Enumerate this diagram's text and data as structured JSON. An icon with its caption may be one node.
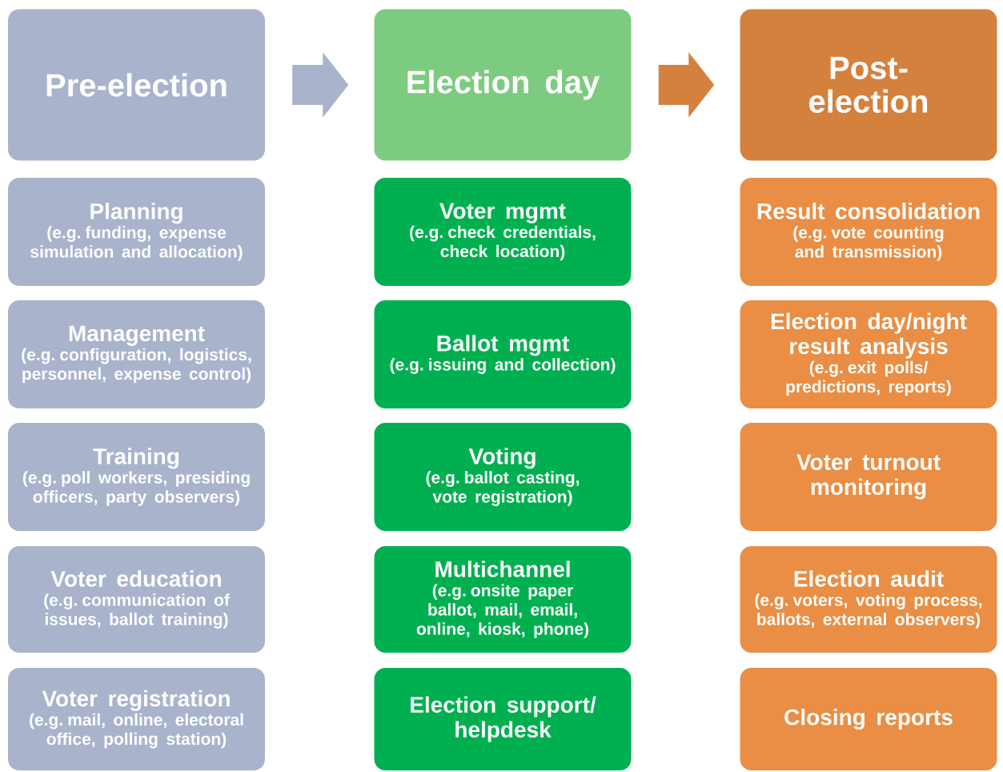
{
  "diagram": {
    "nodes": [
      {
        "text": [
          "Pre-election"
        ]
      },
      {
        "text": [
          "Election day"
        ]
      },
      {
        "text": [
          "Post-election"
        ]
      },
      {
        "text": [
          "Planning",
          "(e.g. funding, expense simulation and allocation)"
        ]
      },
      {
        "text": [
          "Voter mgmt",
          "(e.g. check credentials, check location)"
        ]
      },
      {
        "text": [
          "Result consolidation",
          "(e.g. vote counting and transmission)"
        ]
      },
      {
        "text": [
          "Management",
          "(e.g. configuration, logistics, personnel, expense control)"
        ]
      },
      {
        "text": [
          "Ballot mgmt",
          "(e.g. issuing and collection)"
        ]
      },
      {
        "text": [
          "Election day/night result analysis",
          "(e.g. exit polls/ predictions, reports)"
        ]
      },
      {
        "text": [
          "Training",
          "(e.g. poll workers, presiding officers, party observers)"
        ]
      },
      {
        "text": [
          "Voting",
          "(e.g. ballot casting, vote registration)"
        ]
      },
      {
        "text": [
          "Voter turnout monitoring"
        ]
      },
      {
        "text": [
          "Voter education",
          "(e.g. communication of issues, ballot training)"
        ]
      },
      {
        "text": [
          "Multichannel",
          "(e.g. onsite paper ballot, mail, email, online, kiosk, phone)"
        ]
      },
      {
        "text": [
          "Election audit",
          "(e.g. voters, voting process, ballots, external observers)"
        ]
      },
      {
        "text": [
          "Voter registration",
          "(e.g. mail, online, electoral office, polling station)"
        ]
      },
      {
        "text": [
          "Election support/ helpdesk"
        ]
      },
      {
        "text": [
          "Closing reports"
        ]
      }
    ],
    "edges": [
      {
        "from": 0,
        "to": 1,
        "arrow": "to",
        "color": "#a9b3cc"
      },
      {
        "from": 1,
        "to": 2,
        "arrow": "to",
        "color": "#d4813e"
      }
    ]
  }
}
